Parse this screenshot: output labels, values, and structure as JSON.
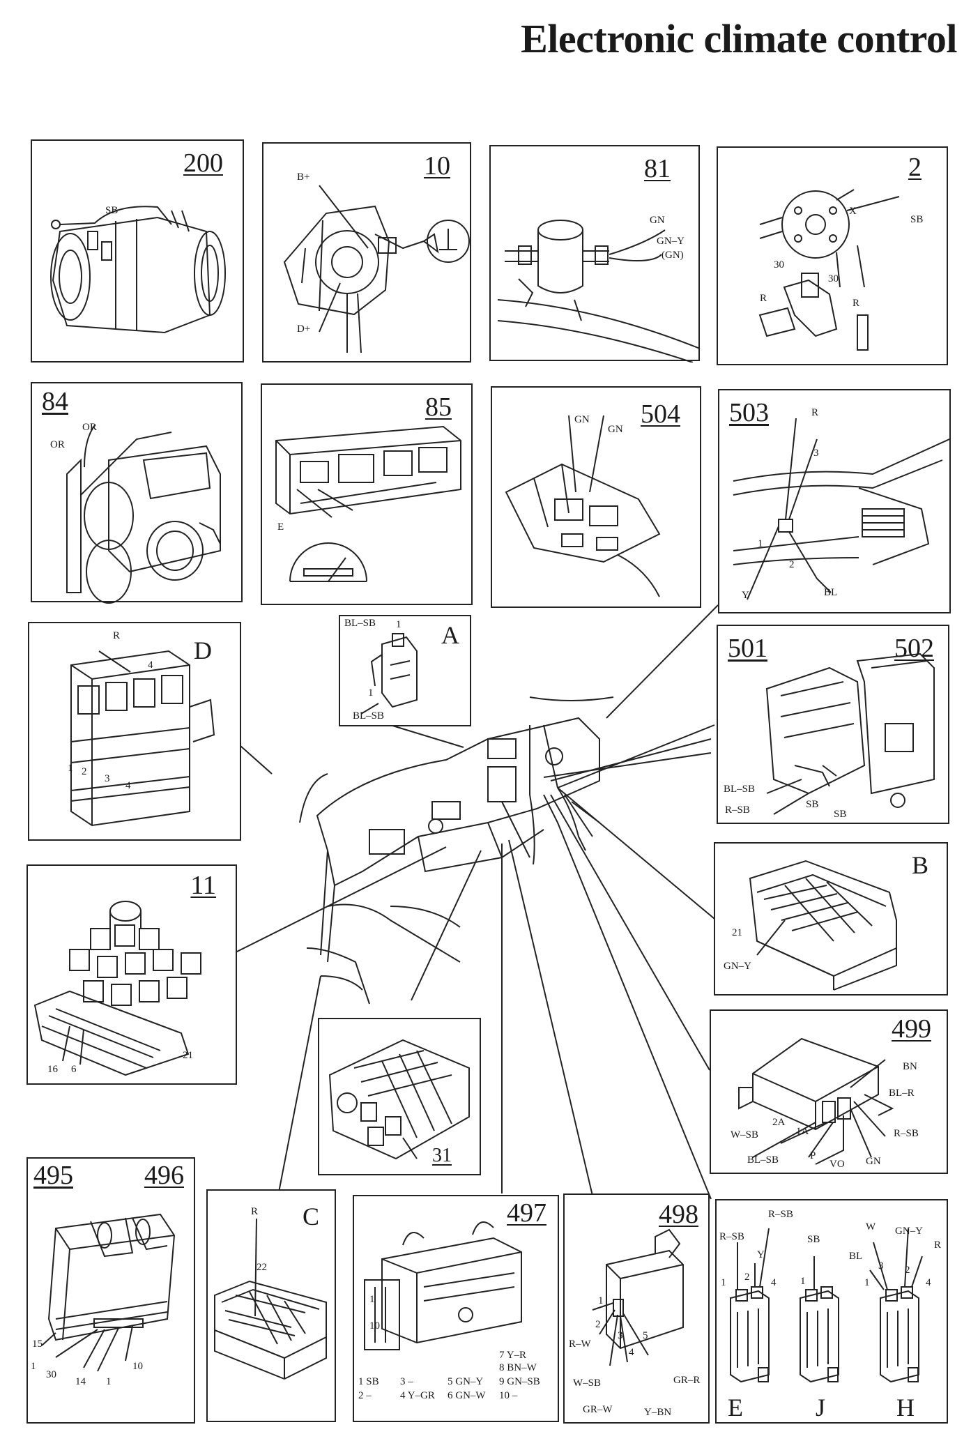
{
  "title": "Electronic climate control",
  "panels": {
    "p200": {
      "num": "200",
      "labels": [
        "SB"
      ]
    },
    "p10": {
      "num": "10",
      "labels": [
        "B+",
        "D+"
      ]
    },
    "p81": {
      "num": "81",
      "labels": [
        "GN",
        "GN–Y",
        "(GN)"
      ]
    },
    "p2": {
      "num": "2",
      "labels": [
        "X",
        "SB",
        "30",
        "30",
        "R",
        "R"
      ]
    },
    "p84": {
      "num": "84",
      "labels": [
        "OR",
        "OR"
      ]
    },
    "p85": {
      "num": "85",
      "labels": [
        "E"
      ]
    },
    "p504": {
      "num": "504",
      "labels": [
        "GN",
        "GN"
      ]
    },
    "p503": {
      "num": "503",
      "labels": [
        "R",
        "3",
        "1",
        "2",
        "Y",
        "BL"
      ]
    },
    "pD": {
      "letter": "D",
      "labels": [
        "R",
        "4",
        "1",
        "2",
        "3",
        "4"
      ]
    },
    "pA": {
      "letter": "A",
      "labels": [
        "BL–SB",
        "1",
        "1",
        "BL–SB"
      ]
    },
    "p501": {
      "num": "501",
      "num2": "502",
      "labels": [
        "BL–SB",
        "R–SB",
        "SB",
        "SB"
      ]
    },
    "pB": {
      "letter": "B",
      "labels": [
        "21",
        "GN–Y"
      ]
    },
    "p11": {
      "num": "11",
      "labels": [
        "16",
        "6",
        "21"
      ]
    },
    "p31": {
      "num": "31"
    },
    "p499": {
      "num": "499",
      "labels": [
        "BN",
        "BL–R",
        "R–SB",
        "2A",
        "1A",
        "W–SB",
        "BL–SB",
        "P",
        "VO",
        "GN"
      ]
    },
    "p495": {
      "num": "495",
      "num2": "496",
      "labels": [
        "15",
        "1",
        "30",
        "14",
        "1",
        "10"
      ]
    },
    "pC": {
      "letter": "C",
      "labels": [
        "R",
        "22"
      ]
    },
    "p497": {
      "num": "497",
      "labels": [
        "1",
        "10"
      ],
      "legend": [
        "1 SB",
        "2 –",
        "3 –",
        "4 Y–GR",
        "5 GN–Y",
        "6 GN–W",
        "7 Y–R",
        "8 BN–W",
        "9 GN–SB",
        "10 –"
      ]
    },
    "p498": {
      "num": "498",
      "labels": [
        "1",
        "2",
        "3",
        "4",
        "5",
        "R–W",
        "W–SB",
        "GR–W",
        "Y–BN",
        "GR–R"
      ]
    },
    "pEJH": {
      "letters": [
        "E",
        "J",
        "H"
      ],
      "labels": [
        "R–SB",
        "R–SB",
        "Y",
        "1",
        "2",
        "4",
        "SB",
        "1",
        "W",
        "GN–Y",
        "BL",
        "3",
        "R",
        "1",
        "2",
        "4"
      ]
    }
  }
}
